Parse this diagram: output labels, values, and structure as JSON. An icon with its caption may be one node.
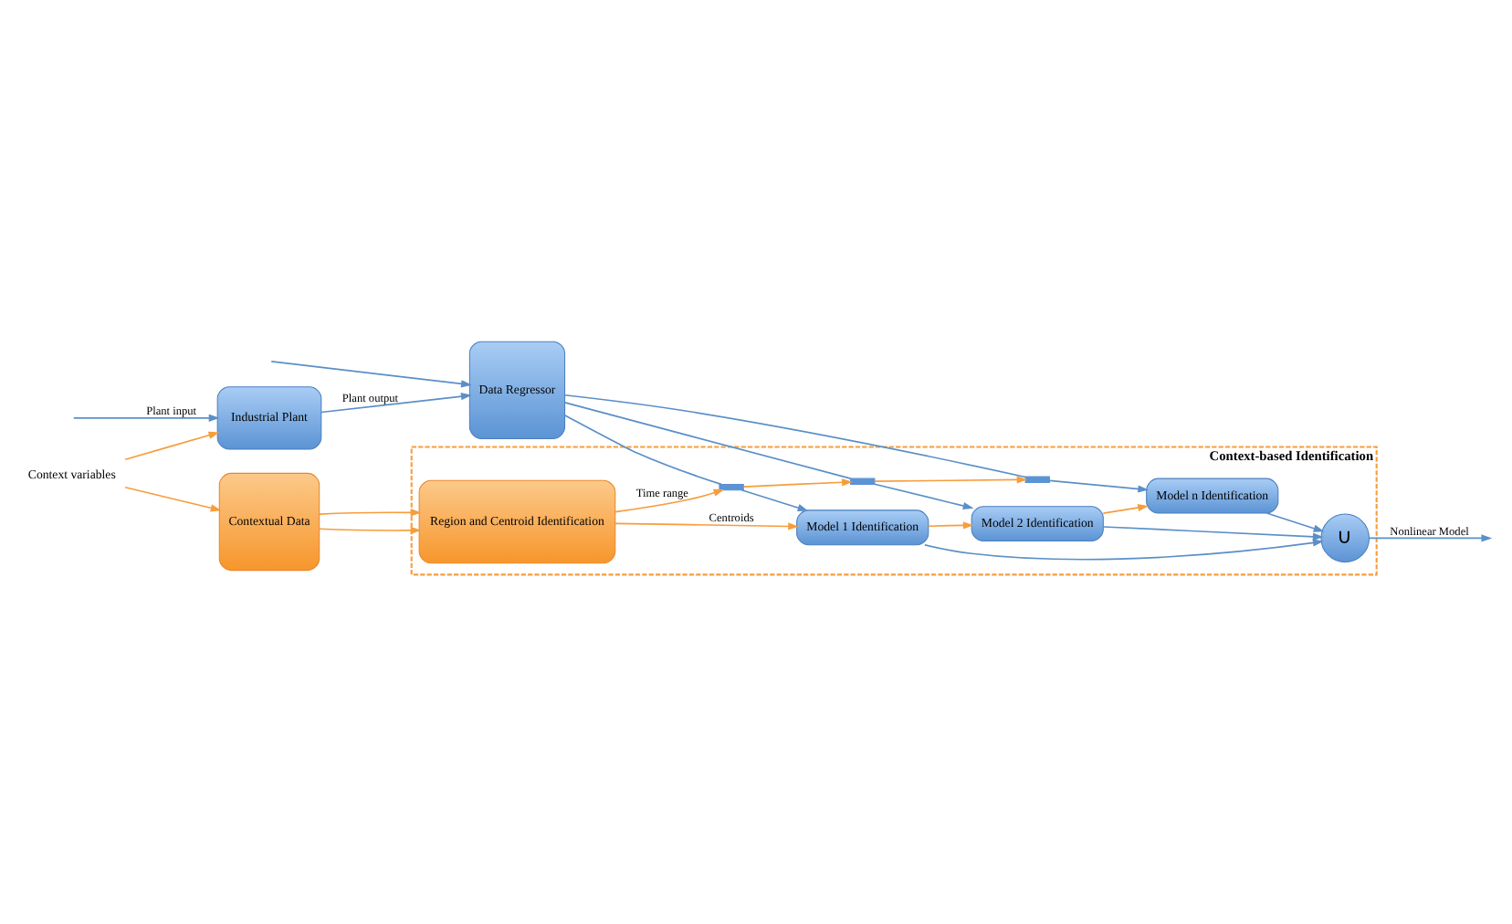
{
  "diagram": {
    "nodes": [
      {
        "text": [
          "Context-based Identification"
        ]
      },
      {
        "text": [
          "Context variables"
        ]
      },
      {
        "text": [
          "Industrial Plant"
        ]
      },
      {
        "text": [
          "Contextual Data"
        ]
      },
      {
        "text": [
          "Data Regressor"
        ]
      },
      {
        "text": [
          "Region and Centroid Identification"
        ],
        "in": 0
      },
      {
        "text": [],
        "shape": "switch",
        "in": 0
      },
      {
        "text": [],
        "shape": "switch",
        "in": 0
      },
      {
        "text": [],
        "shape": "switch",
        "in": 0
      },
      {
        "text": [
          "Model 1 Identification"
        ],
        "in": 0
      },
      {
        "text": [
          "Model 2 Identification"
        ],
        "in": 0
      },
      {
        "text": [
          "Model n Identification"
        ],
        "in": 0
      },
      {
        "text": [
          "∪"
        ],
        "in": 0
      }
    ],
    "edges": [
      {
        "from": null,
        "to": 2,
        "arrow": "to",
        "label": "Plant input"
      },
      {
        "from": null,
        "to": 4,
        "arrow": "to"
      },
      {
        "from": 2,
        "to": 4,
        "arrow": "to",
        "label": "Plant output"
      },
      {
        "from": 1,
        "to": 3,
        "arrow": "to",
        "color": "#f79d3c"
      },
      {
        "from": 1,
        "to": 2,
        "arrow": "to",
        "color": "#f79d3c"
      },
      {
        "from": 3,
        "to": 5,
        "arrow": "to",
        "color": "#f79d3c"
      },
      {
        "from": 3,
        "to": 5,
        "arrow": "to",
        "color": "#f79d3c"
      },
      {
        "from": 5,
        "to": 6,
        "arrow": "to",
        "label": "Time range",
        "color": "#f79d3c"
      },
      {
        "from": 6,
        "to": 7,
        "arrow": "to",
        "color": "#f79d3c"
      },
      {
        "from": 7,
        "to": 8,
        "arrow": "to",
        "color": "#f79d3c"
      },
      {
        "from": 5,
        "to": 9,
        "arrow": "to",
        "label": "Centroids",
        "color": "#f79d3c"
      },
      {
        "from": 9,
        "to": 10,
        "arrow": "to",
        "color": "#f79d3c"
      },
      {
        "from": 10,
        "to": 11,
        "arrow": "to",
        "color": "#f79d3c"
      },
      {
        "from": 4,
        "to": 6,
        "arrow": "none"
      },
      {
        "from": 4,
        "to": 7,
        "arrow": "none"
      },
      {
        "from": 4,
        "to": 8,
        "arrow": "none"
      },
      {
        "from": 6,
        "to": 9,
        "arrow": "to"
      },
      {
        "from": 7,
        "to": 10,
        "arrow": "to"
      },
      {
        "from": 8,
        "to": 11,
        "arrow": "to"
      },
      {
        "from": 9,
        "to": 12,
        "arrow": "to"
      },
      {
        "from": 10,
        "to": 12,
        "arrow": "to"
      },
      {
        "from": 11,
        "to": 12,
        "arrow": "to"
      },
      {
        "from": 12,
        "to": null,
        "arrow": "to",
        "label": "Nonlinear Model"
      }
    ]
  }
}
